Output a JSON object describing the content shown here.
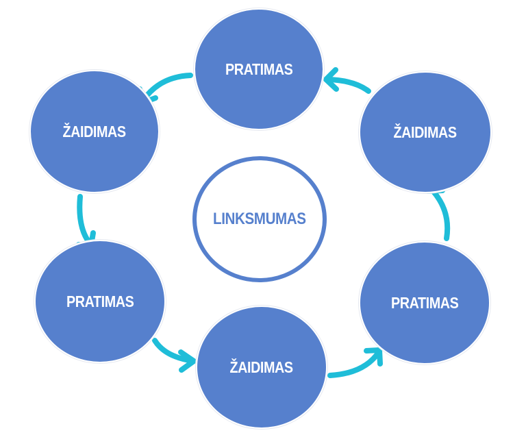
{
  "diagram": {
    "center": {
      "label": "LINKSMUMAS"
    },
    "nodes": [
      {
        "label": "PRATIMAS"
      },
      {
        "label": "ŽAIDIMAS"
      },
      {
        "label": "PRATIMAS"
      },
      {
        "label": "ŽAIDIMAS"
      },
      {
        "label": "PRATIMAS"
      },
      {
        "label": "ŽAIDIMAS"
      }
    ]
  },
  "colors": {
    "node_fill": "#5680cd",
    "arrow": "#1fbdd8",
    "center_border": "#5680cd",
    "center_text": "#5680cd"
  }
}
